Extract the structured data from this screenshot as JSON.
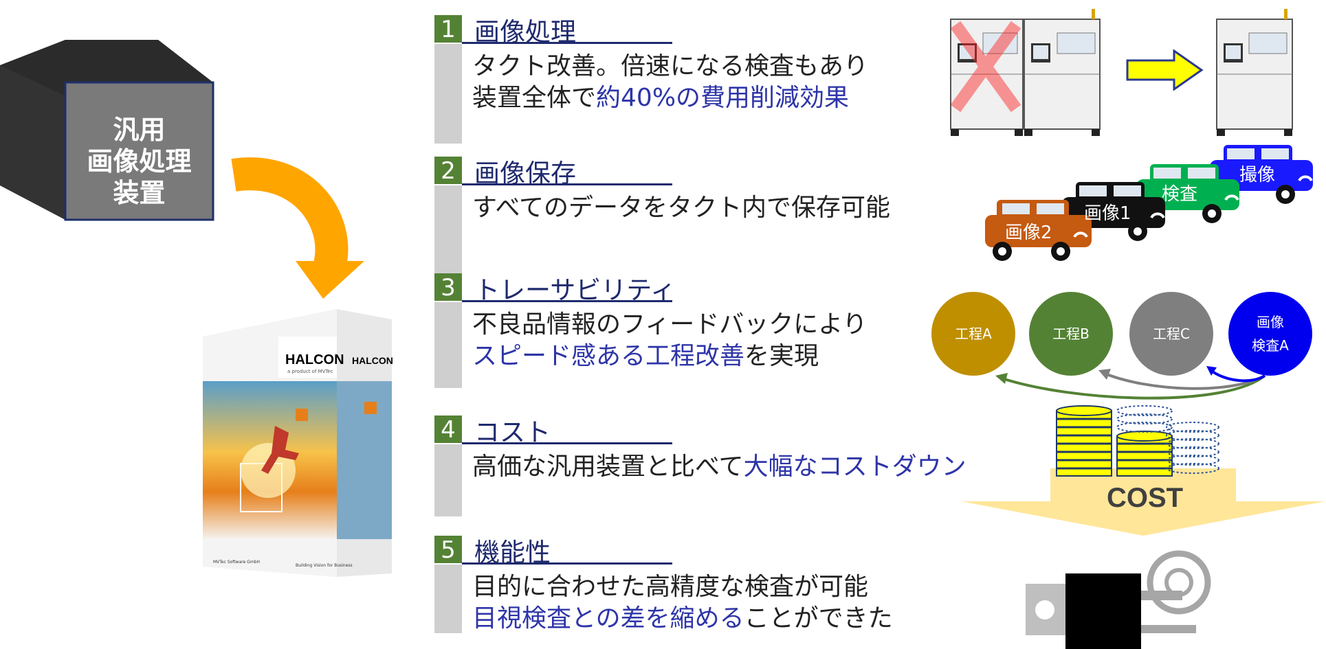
{
  "block": {
    "lines": [
      "汎用",
      "画像処理",
      "装置"
    ]
  },
  "product": {
    "brand": "HALCON",
    "tagline": "a product of MVTec",
    "footer_left": "MVTec Software GmbH",
    "footer_right": "Building Vision for Business"
  },
  "features": [
    {
      "num": "1",
      "title": "画像処理",
      "lines": [
        [
          {
            "t": "タクト改善。倍速になる検査もあり",
            "hl": false
          }
        ],
        [
          {
            "t": "装置全体で",
            "hl": false
          },
          {
            "t": "約40%の費用削減効果",
            "hl": true
          }
        ]
      ]
    },
    {
      "num": "2",
      "title": "画像保存",
      "lines": [
        [
          {
            "t": "すべてのデータをタクト内で保存可能",
            "hl": false
          }
        ]
      ]
    },
    {
      "num": "3",
      "title": "トレーサビリティ",
      "lines": [
        [
          {
            "t": "不良品情報のフィードバックにより",
            "hl": false
          }
        ],
        [
          {
            "t": "スピード感ある工程改善",
            "hl": true
          },
          {
            "t": "を実現",
            "hl": false
          }
        ]
      ]
    },
    {
      "num": "4",
      "title": "コスト",
      "lines": [
        [
          {
            "t": "高価な汎用装置と比べて",
            "hl": false
          },
          {
            "t": "大幅なコストダウン",
            "hl": true
          }
        ]
      ]
    },
    {
      "num": "5",
      "title": "機能性",
      "lines": [
        [
          {
            "t": "目的に合わせた高精度な検査が可能",
            "hl": false
          }
        ],
        [
          {
            "t": "目視検査との差を縮める",
            "hl": true
          },
          {
            "t": "ことができた",
            "hl": false
          }
        ]
      ]
    }
  ],
  "cars": [
    {
      "label": "撮像",
      "color": "#1a1aff"
    },
    {
      "label": "検査",
      "color": "#00b050"
    },
    {
      "label": "画像1",
      "color": "#111111"
    },
    {
      "label": "画像2",
      "color": "#c55a11"
    }
  ],
  "process": [
    {
      "label": [
        "工程A"
      ],
      "color": "#bf8f00"
    },
    {
      "label": [
        "工程B"
      ],
      "color": "#548235"
    },
    {
      "label": [
        "工程C"
      ],
      "color": "#7f7f7f"
    },
    {
      "label": [
        "画像",
        "検査A"
      ],
      "color": "#0000ee"
    }
  ],
  "cost_label": "COST",
  "colors": {
    "arrow_orange": "#ffa500",
    "arrow_yellow": "#ffff00",
    "highlight": "#2e35a8",
    "number_green": "#548235"
  }
}
